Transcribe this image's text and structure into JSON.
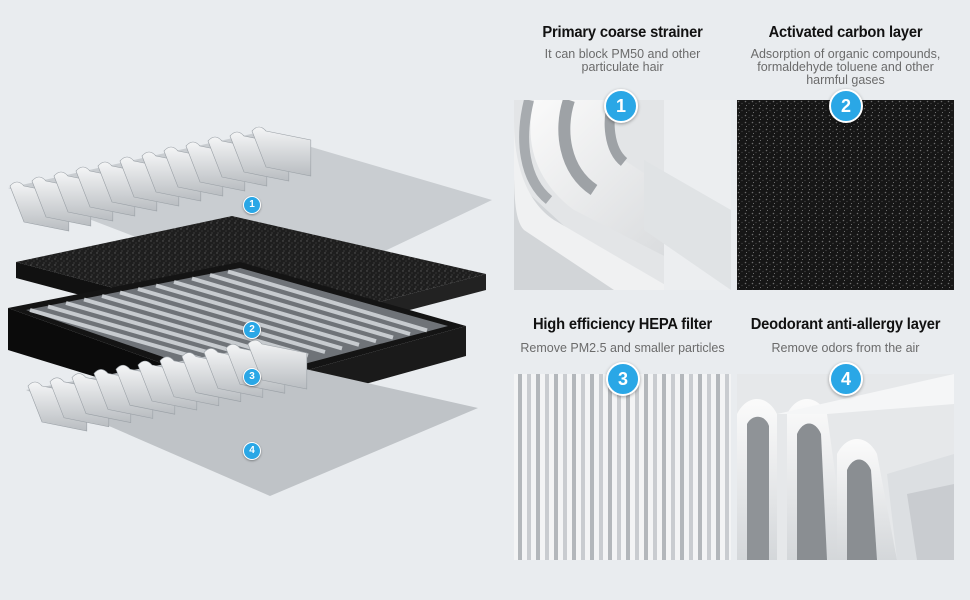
{
  "panels": [
    {
      "number": "1",
      "title": "Primary coarse strainer",
      "desc_lines": [
        "It can block PM50 and other",
        "particulate hair"
      ]
    },
    {
      "number": "2",
      "title": "Activated carbon layer",
      "desc_lines": [
        "Adsorption of organic compounds,",
        "formaldehyde toluene and other",
        "harmful gases"
      ]
    },
    {
      "number": "3",
      "title": "High efficiency HEPA filter",
      "desc_lines": [
        "Remove PM2.5 and smaller particles"
      ]
    },
    {
      "number": "4",
      "title": "Deodorant anti-allergy layer",
      "desc_lines": [
        "Remove odors from the air"
      ]
    }
  ],
  "stack_labels": [
    "1",
    "2",
    "3",
    "4"
  ],
  "colors": {
    "badge": "#2aa7e6",
    "background": "#e9ecef",
    "carbon": "#1c1c1c",
    "mesh": "#d9dcdf"
  }
}
